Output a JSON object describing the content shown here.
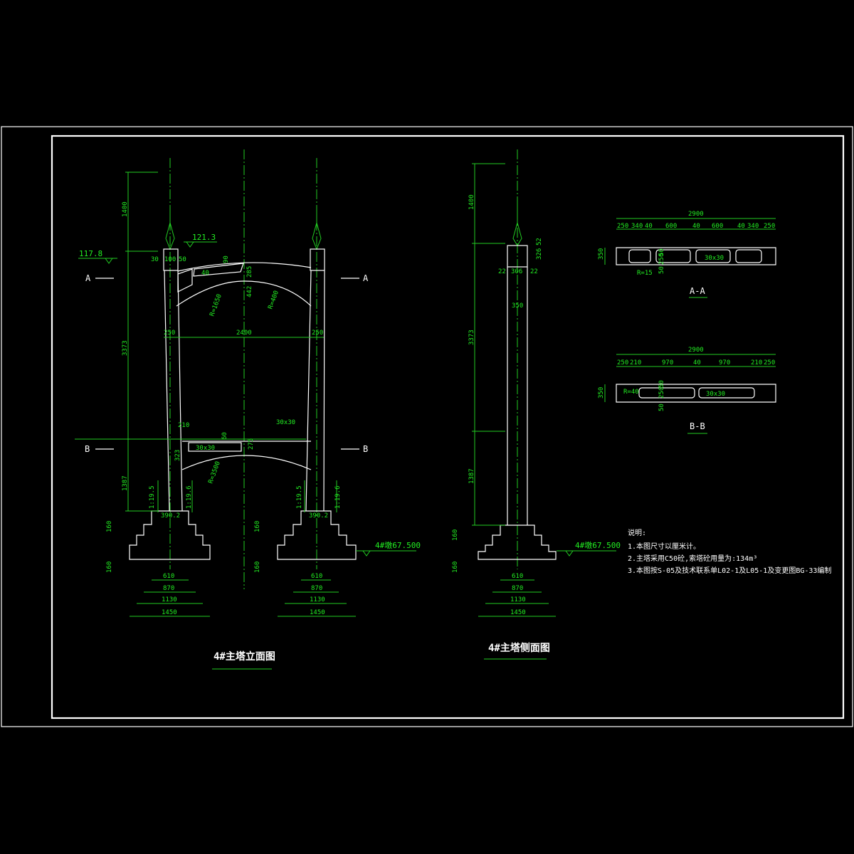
{
  "elevation_view": {
    "title": "4#主塔立面图",
    "elev_top_left": "117.8",
    "elev_top_right": "121.3",
    "elev_base": "4#墩67.500",
    "section_a": "A",
    "section_b": "B",
    "dims": {
      "top_height": "1400",
      "mid_height": "3373",
      "low_height": "1387",
      "d30": "30",
      "d100": "100",
      "d50": "50",
      "d40": "40",
      "d285": "285",
      "d442": "442",
      "d90": "90",
      "r1650": "R=1650",
      "r400": "R=400",
      "d250": "250",
      "span": "2400",
      "d210": "210",
      "d60": "60",
      "d323": "323",
      "d275": "275",
      "d30x30a": "30x30",
      "d30x30b": "30x30",
      "r3500": "R=3500",
      "slope_a": "1:19.5",
      "slope_b": "1:19.6",
      "d3902": "390.2",
      "d160": "160",
      "b610": "610",
      "b870": "870",
      "b1130": "1130",
      "b1450": "1450"
    }
  },
  "side_view": {
    "title": "4#主塔侧面图",
    "elev_base": "4#墩67.500",
    "dims": {
      "top_height": "1400",
      "mid_height": "3373",
      "low_height": "1387",
      "d52": "52",
      "d326": "326",
      "d22a": "22",
      "d306": "306",
      "d22b": "22",
      "d350": "350",
      "d160": "160",
      "b610": "610",
      "b870": "870",
      "b1130": "1130",
      "b1450": "1450"
    }
  },
  "section_aa": {
    "title": "A-A",
    "total": "2900",
    "parts": [
      "250",
      "340",
      "40",
      "600",
      "40",
      "600",
      "40",
      "340",
      "250"
    ],
    "height": "350",
    "inner_a": "50",
    "inner_b": "250",
    "inner_c": "50",
    "hole": "30x30",
    "radius": "R=15"
  },
  "section_bb": {
    "title": "B-B",
    "total": "2900",
    "parts": [
      "250",
      "210",
      "970",
      "40",
      "970",
      "210",
      "250"
    ],
    "height": "350",
    "inner_a": "50",
    "inner_b": "250",
    "inner_c": "50",
    "hole": "30x30",
    "radius": "R=40"
  },
  "notes": {
    "heading": "说明:",
    "items": [
      "1.本图尺寸以厘米计。",
      "2.主塔采用C50砼,索塔砼用量为:134m³",
      "3.本图按S-05及技术联系单L02-1及L05-1及变更图BG-33编制"
    ]
  }
}
